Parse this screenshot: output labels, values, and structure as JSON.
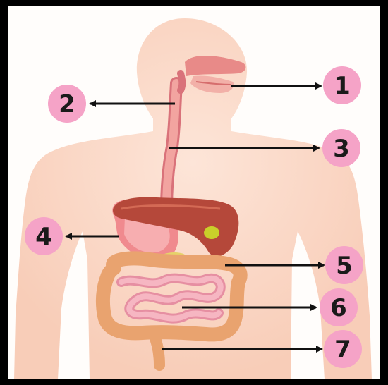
{
  "labels": [
    {
      "id": 1,
      "text": "1",
      "organ": "mouth"
    },
    {
      "id": 2,
      "text": "2",
      "organ": "pharynx"
    },
    {
      "id": 3,
      "text": "3",
      "organ": "esophagus"
    },
    {
      "id": 4,
      "text": "4",
      "organ": "stomach"
    },
    {
      "id": 5,
      "text": "5",
      "organ": "large-intestine"
    },
    {
      "id": 6,
      "text": "6",
      "organ": "small-intestine"
    },
    {
      "id": 7,
      "text": "7",
      "organ": "rectum"
    }
  ],
  "colors": {
    "background": "#fffdfb",
    "body": "#fbd9c7",
    "badge": "#f5a3c7",
    "arrow": "#111111",
    "liver": "#b5483a",
    "stomach": "#f08a8e",
    "esophagus": "#f2a4a0",
    "small_intestine": "#f2a6b4",
    "large_intestine": "#e9a36f",
    "gallbladder": "#c9cf2a"
  }
}
